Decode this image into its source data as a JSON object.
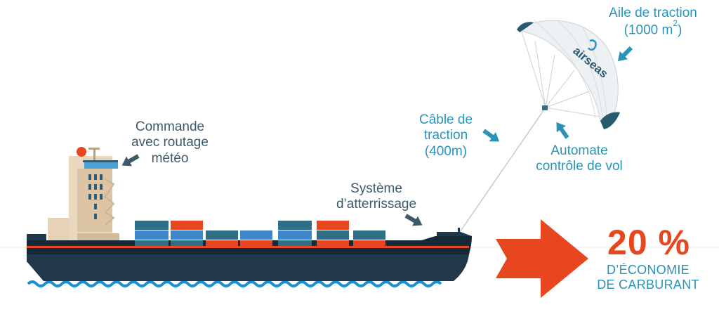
{
  "labels": {
    "wing_line1": "Aile de traction",
    "wing_line2": "(1000 m",
    "wing_exp": "2",
    "wing_close": ")",
    "cable_line1": "Câble de",
    "cable_line2": "traction",
    "cable_line3": "(400m)",
    "automate_line1": "Automate",
    "automate_line2": "contrôle de vol",
    "commande_line1": "Commande",
    "commande_line2": "avec routage",
    "commande_line3": "météo",
    "systeme_line1": "Système",
    "systeme_line2": "d’atterrissage",
    "savings_value": "20 %",
    "savings_line1": "D’ÉCONOMIE",
    "savings_line2": "DE CARBURANT",
    "kite_logo": "airseas"
  },
  "colors": {
    "accent_blue": "#2b93b8",
    "dark_text": "#3d5a68",
    "orange": "#e8461e",
    "hull_navy": "#21384a",
    "sea_blue": "#1a8fd6"
  }
}
